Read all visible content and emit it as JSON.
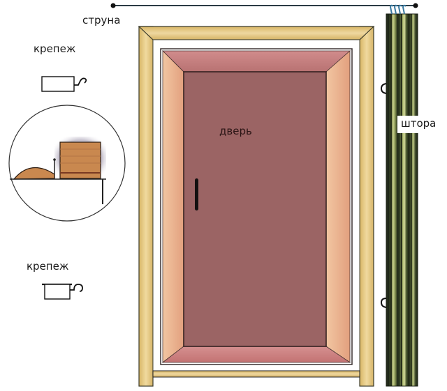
{
  "labels": {
    "string": "струна",
    "fastener_top": "крепеж",
    "fastener_bottom": "крепеж",
    "door": "дверь",
    "curtain": "штора"
  },
  "colors": {
    "jamb": "#e2c27a",
    "jamb_light": "#efd9a0",
    "jamb_outline": "#3a3a2a",
    "door_panel": "#9b6464",
    "door_bevel_side": "#e9b08f",
    "door_bevel_top": "#c98080",
    "door_bevel_bottom": "#c87a7a",
    "handle": "#1a1a1a",
    "curtain_dark": "#1f2a18",
    "curtain_mid": "#4b5a30",
    "curtain_light": "#c8cf8a",
    "string": "#2a3a44",
    "hooks": "#3a7aa0"
  }
}
